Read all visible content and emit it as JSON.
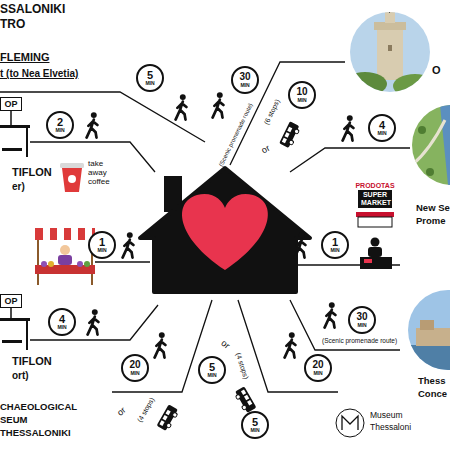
{
  "diagram": {
    "nodes": [
      {
        "text": [
          "5",
          "MIN"
        ]
      },
      {
        "text": [
          "30",
          "MIN"
        ]
      },
      {
        "text": [
          "10",
          "MIN"
        ]
      },
      {
        "text": [
          "OP"
        ]
      },
      {
        "text": [
          "2",
          "MIN"
        ]
      },
      {
        "text": [
          "4",
          "MIN"
        ]
      },
      {
        "text": [
          "PRODOTAS",
          "SUPER MARKET"
        ]
      },
      {
        "text": [
          "1",
          "MIN"
        ]
      },
      {
        "text": [
          "1",
          "MIN"
        ]
      },
      {
        "text": [
          "OP"
        ]
      },
      {
        "text": [
          "4",
          "MIN"
        ]
      },
      {
        "text": [
          "30",
          "MIN"
        ]
      },
      {
        "text": [
          "20",
          "MIN"
        ]
      },
      {
        "text": [
          "5",
          "MIN"
        ]
      },
      {
        "text": [
          "20",
          "MIN"
        ]
      },
      {
        "text": [
          "5",
          "MIN"
        ]
      }
    ],
    "labels": [
      "SSALONIKI",
      "TRO",
      "FLEMING",
      "t (to Nea Elvetia)",
      "TIFLON",
      "er)",
      "take away coffee",
      "TIFLON",
      "ort)",
      "CHAEOLOGICAL",
      "SEUM",
      "THESSALONIKI",
      "(Scenic promenade route)",
      "or",
      "(6 stops)",
      "O",
      "New Se",
      "Prome",
      "(Scenic promenade route)",
      "Thess",
      "Conce",
      "or",
      "(4 stops)",
      "or",
      "(4 stops)",
      "Museum",
      "Thessaloni"
    ]
  }
}
